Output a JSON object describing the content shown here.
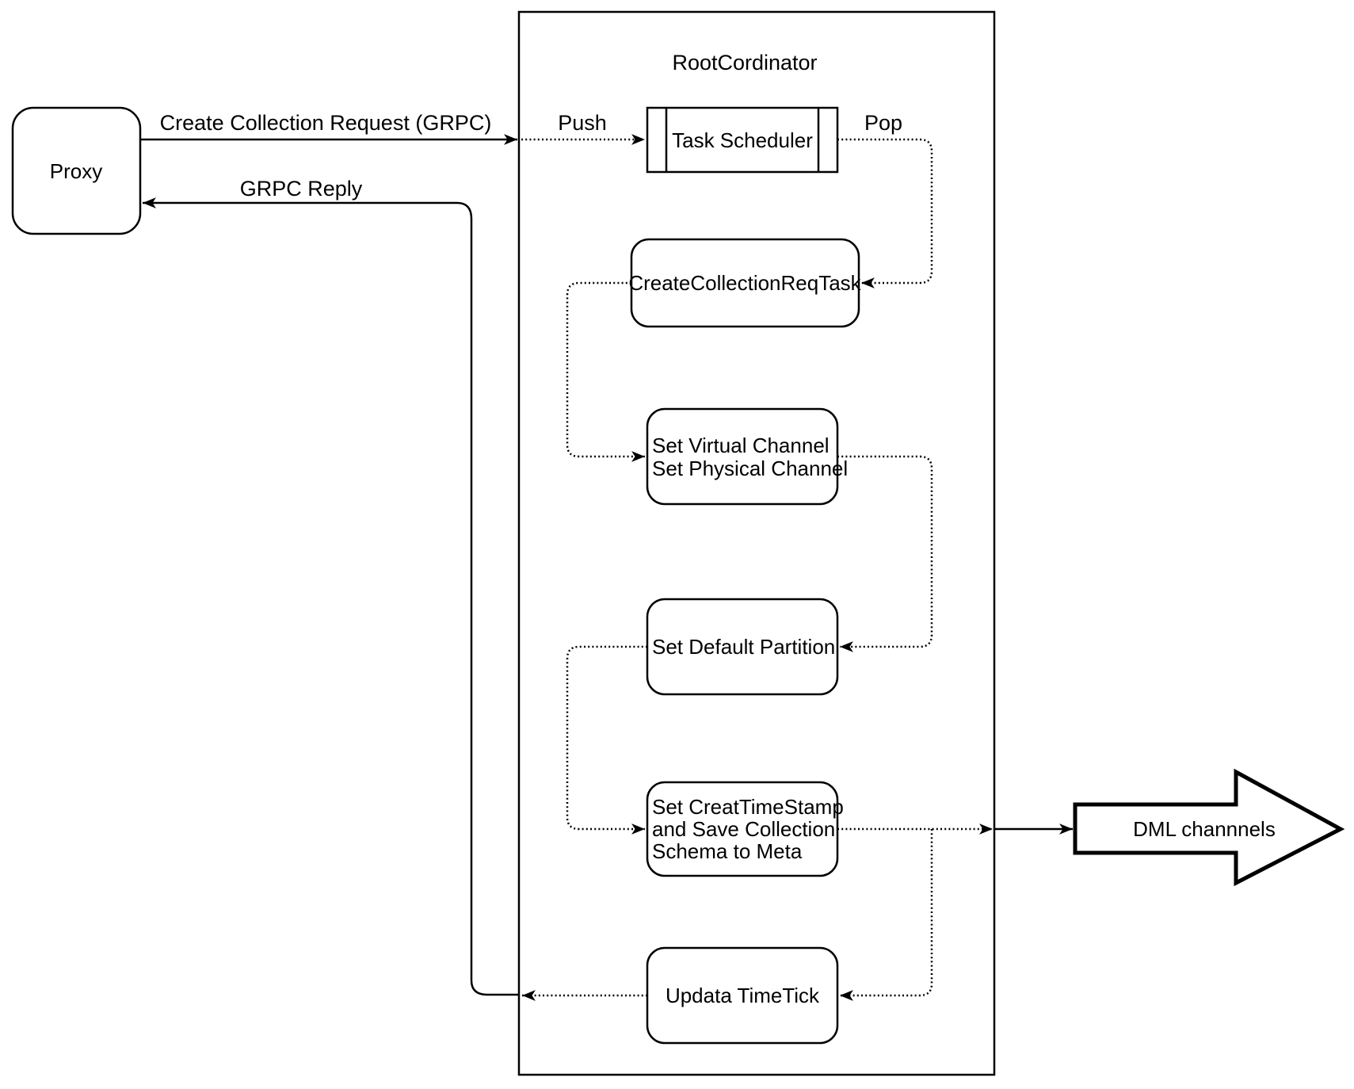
{
  "diagram": {
    "background": "#ffffff",
    "stroke_color": "#000000",
    "proxy": {
      "label": "Proxy"
    },
    "root_coordinator": {
      "title": "RootCordinator"
    },
    "task_scheduler": {
      "label": "Task Scheduler"
    },
    "edges": {
      "create_collection_request": {
        "label": "Create Collection Request (GRPC)"
      },
      "grpc_reply": {
        "label": "GRPC Reply"
      },
      "push": {
        "label": "Push"
      },
      "pop": {
        "label": "Pop"
      }
    },
    "tasks": {
      "create_collection_req_task": {
        "label": "CreateCollectionReqTask"
      },
      "set_channels": {
        "lines": [
          "Set Virtual Channel",
          "Set Physical Channel"
        ]
      },
      "set_default_partition": {
        "label": "Set Default Partition"
      },
      "set_timestamp_save_schema": {
        "lines": [
          "Set CreatTimeStamp",
          "and Save Collection",
          "Schema to Meta"
        ]
      },
      "update_timetick": {
        "label": "Updata TimeTick"
      }
    },
    "dml_channels": {
      "label": "DML channnels"
    }
  }
}
